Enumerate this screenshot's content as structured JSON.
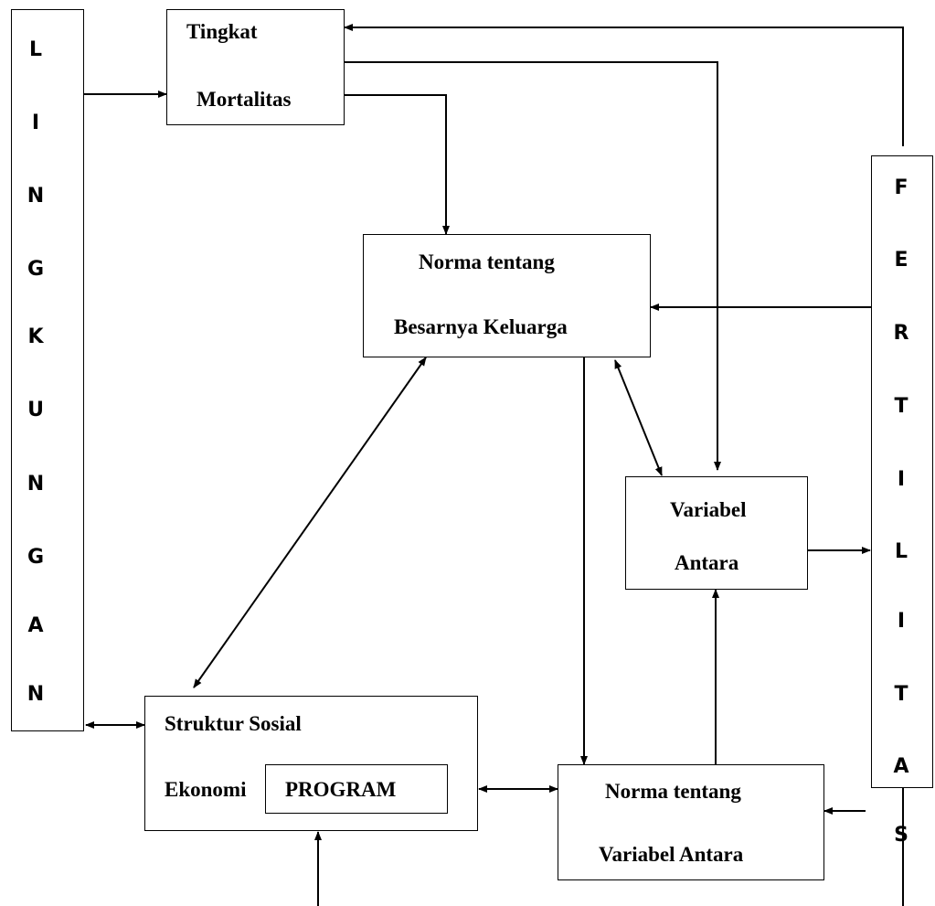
{
  "diagram": {
    "left_column": {
      "letters": [
        "L",
        "I",
        "N",
        "G",
        "K",
        "U",
        "N",
        "G",
        "A",
        "N"
      ]
    },
    "right_column": {
      "letters": [
        "F",
        "E",
        "R",
        "T",
        "I",
        "L",
        "I",
        "T",
        "A",
        "S"
      ]
    },
    "boxes": {
      "mortalitas": {
        "line1": "Tingkat",
        "line2": "Mortalitas"
      },
      "norma_keluarga": {
        "line1": "Norma tentang",
        "line2": "Besarnya Keluarga"
      },
      "variabel_antara": {
        "line1": "Variabel",
        "line2": "Antara"
      },
      "struktur": {
        "line1": "Struktur Sosial",
        "line2": "Ekonomi"
      },
      "program": {
        "label": "PROGRAM"
      },
      "norma_variabel": {
        "line1": "Norma tentang",
        "line2": "Variabel Antara"
      }
    }
  }
}
